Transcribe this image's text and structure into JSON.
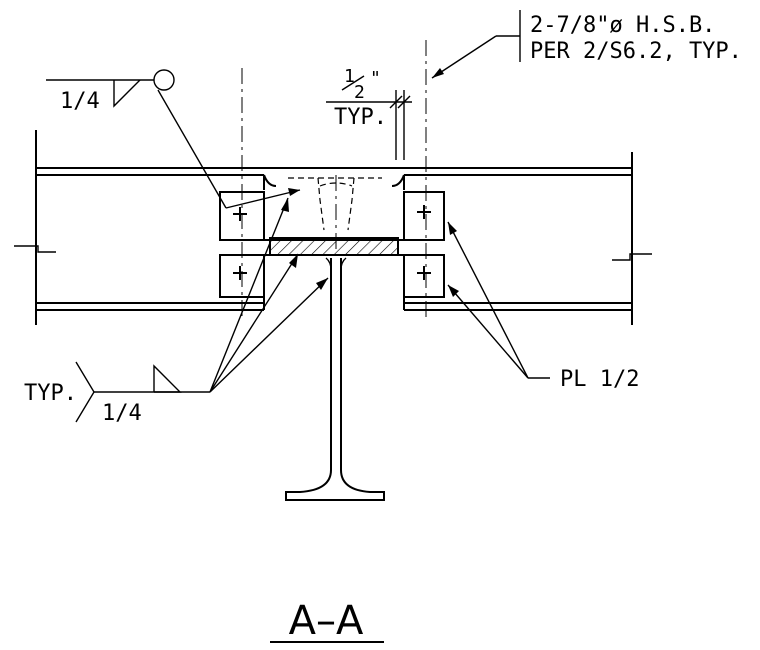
{
  "bolt_note": {
    "line1": "2-7/8\"ø H.S.B.",
    "line2": "PER 2/S6.2, TYP."
  },
  "gap_note": {
    "fraction_num": "1",
    "fraction_den": "2",
    "inch_mark": "\"",
    "typ": "TYP."
  },
  "weld_top": {
    "size": "1/4"
  },
  "weld_left": {
    "typ": "TYP.",
    "size": "1/4"
  },
  "plate_note": {
    "label": "PL 1/2"
  },
  "section_title": "A–A"
}
